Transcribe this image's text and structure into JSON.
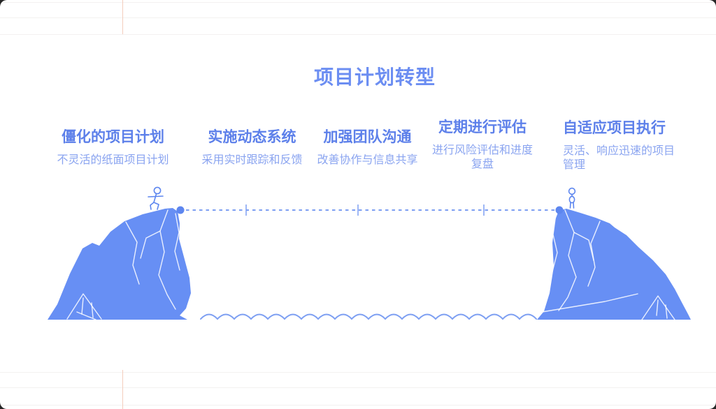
{
  "page": {
    "title": "项目计划转型"
  },
  "columns": [
    {
      "title": "僵化的项目计划",
      "description": "不灵活的纸面项目计划"
    },
    {
      "title": "实施动态系统",
      "description": "采用实时跟踪和反馈"
    },
    {
      "title": "加强团队沟通",
      "description": "改善协作与信息共享"
    },
    {
      "title": "定期进行评估",
      "description": "进行风险评估和进度复盘"
    },
    {
      "title": "自适应项目执行",
      "description": "灵活、响应迅速的项目管理"
    }
  ],
  "illustration": {
    "left_cliff": "cliff-with-walking-stick-figure",
    "right_cliff": "cliff-with-standing-stick-figure",
    "connector": "dashed-tightrope-with-ticks",
    "water": "wave-line"
  },
  "colors": {
    "title": "#6c8ef2",
    "heading": "#5d80ea",
    "description": "#8aa4f0",
    "cliff_fill": "#678ff4",
    "accent": "#5d86ef",
    "rope": "#7d9ff2",
    "guide_gray": "#f3f1f0",
    "guide_orange": "#f4cdbd"
  }
}
